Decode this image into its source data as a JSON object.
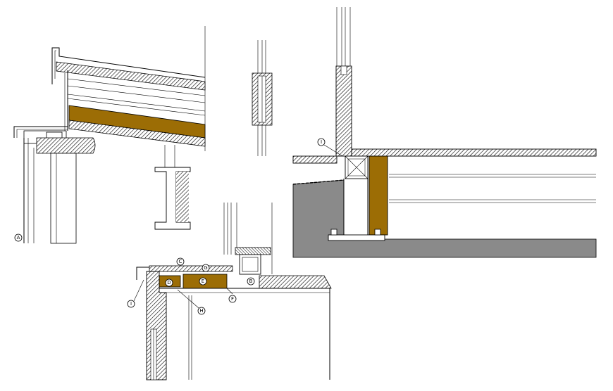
{
  "colors": {
    "insulation": "#9c6d05",
    "ground": "#8a8a8a",
    "hatch": "#000000",
    "line": "#000000",
    "background": "#ffffff"
  },
  "callouts": {
    "A": "A",
    "B": "B",
    "C": "C",
    "D": "D",
    "E": "E",
    "F": "F",
    "G": "G",
    "H": "H",
    "I_lower": "I",
    "I_right": "I"
  }
}
